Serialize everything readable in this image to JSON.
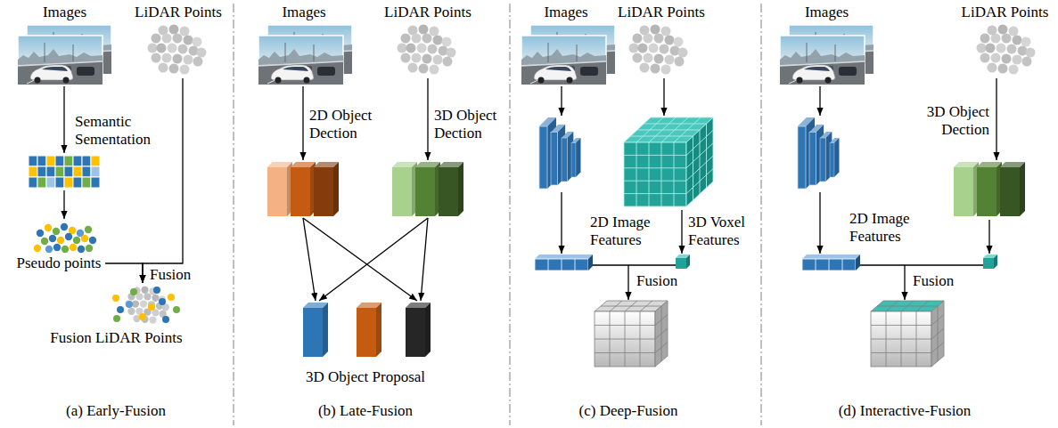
{
  "diagram": {
    "nodes": [
      {
        "text": [
          "Images"
        ]
      },
      {
        "text": [
          "LiDAR Points"
        ]
      },
      {
        "text": [
          "Pseudo points"
        ]
      },
      {
        "text": [
          "Fusion LiDAR Points"
        ]
      },
      {
        "text": [
          "Images"
        ]
      },
      {
        "text": [
          "LiDAR Points"
        ]
      },
      {
        "text": [
          "2D Object Dection"
        ]
      },
      {
        "text": [
          "3D Object Dection"
        ]
      },
      {
        "text": [
          "3D Object Proposal"
        ]
      },
      {
        "text": [
          "Images"
        ]
      },
      {
        "text": [
          "LiDAR Points"
        ]
      },
      {
        "text": [
          "2D Image Features"
        ]
      },
      {
        "text": [
          "3D Voxel Features"
        ]
      },
      {
        "text": [
          "Images"
        ]
      },
      {
        "text": [
          "LiDAR Points"
        ]
      },
      {
        "text": [
          "2D Image Features"
        ]
      },
      {
        "text": [
          "3D Object Dection"
        ]
      }
    ],
    "edges": [
      {
        "from": 2,
        "to": 3,
        "arrow": "to"
      },
      {
        "from": 1,
        "to": 3,
        "arrow": "to"
      },
      {
        "from": 4,
        "to": 6,
        "arrow": "to"
      },
      {
        "from": 5,
        "to": 7,
        "arrow": "to"
      },
      {
        "from": 6,
        "to": 8,
        "arrow": "to"
      },
      {
        "from": 6,
        "to": 8,
        "arrow": "to"
      },
      {
        "from": 7,
        "to": 8,
        "arrow": "to"
      },
      {
        "from": 7,
        "to": 8,
        "arrow": "to"
      },
      {
        "from": 9,
        "to": 11,
        "arrow": "to"
      },
      {
        "from": 10,
        "to": 12,
        "arrow": "to"
      },
      {
        "from": 13,
        "to": 15,
        "arrow": "to"
      },
      {
        "from": 14,
        "to": 16,
        "arrow": "to"
      }
    ],
    "labels": [
      "Semantic Sementation",
      "Fusion",
      "(a) Early-Fusion",
      "(b) Late-Fusion",
      "Fusion",
      "(c) Deep-Fusion",
      "Fusion",
      "(d) Interactive-Fusion"
    ]
  }
}
